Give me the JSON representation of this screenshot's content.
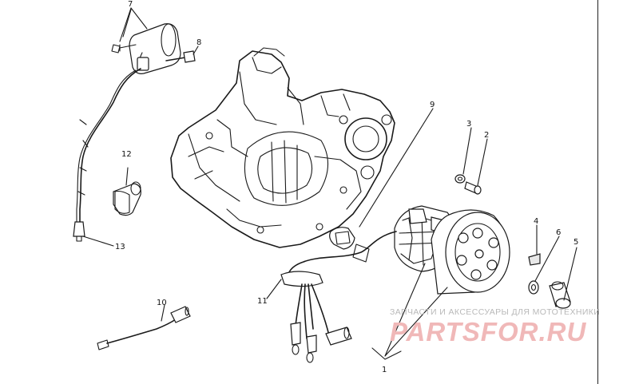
{
  "callouts": [
    {
      "id": "c1",
      "text": "1"
    },
    {
      "id": "c2",
      "text": "2"
    },
    {
      "id": "c3",
      "text": "3"
    },
    {
      "id": "c4",
      "text": "4"
    },
    {
      "id": "c5",
      "text": "5"
    },
    {
      "id": "c6",
      "text": "6"
    },
    {
      "id": "c7",
      "text": "7"
    },
    {
      "id": "c8",
      "text": "8"
    },
    {
      "id": "c9",
      "text": "9"
    },
    {
      "id": "c10",
      "text": "10"
    },
    {
      "id": "c11",
      "text": "11"
    },
    {
      "id": "c12",
      "text": "12"
    },
    {
      "id": "c13",
      "text": "13"
    }
  ],
  "watermark": {
    "subtitle": "ЗАПЧАСТИ И АКСЕССУАРЫ ДЛЯ МОТОТЕХНИКИ",
    "logo": "PARTSFOR.RU"
  },
  "colors": {
    "line": "#1a1a1a",
    "watermark_text": "#b9b9b9",
    "watermark_logo": "#f0b8b8"
  }
}
